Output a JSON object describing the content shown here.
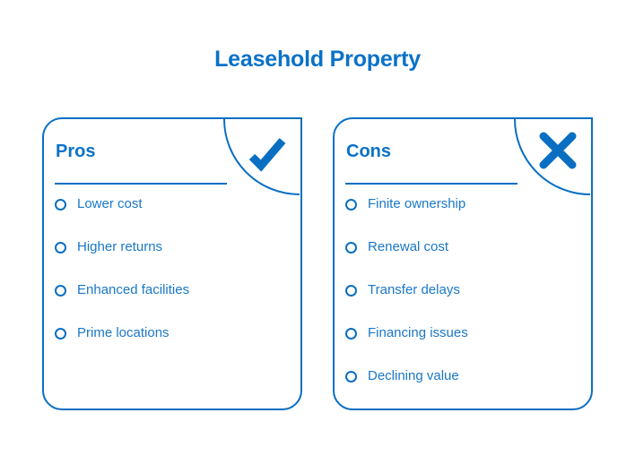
{
  "title": "Leasehold Property",
  "colors": {
    "accent": "#0a6fc2",
    "background": "#ffffff"
  },
  "pros": {
    "heading": "Pros",
    "icon": "checkmark-icon",
    "items": [
      {
        "label": "Lower cost"
      },
      {
        "label": "Higher returns"
      },
      {
        "label": "Enhanced facilities"
      },
      {
        "label": "Prime locations"
      }
    ]
  },
  "cons": {
    "heading": "Cons",
    "icon": "x-mark-icon",
    "items": [
      {
        "label": "Finite ownership"
      },
      {
        "label": "Renewal cost"
      },
      {
        "label": "Transfer delays"
      },
      {
        "label": "Financing issues"
      },
      {
        "label": "Declining value"
      }
    ]
  }
}
